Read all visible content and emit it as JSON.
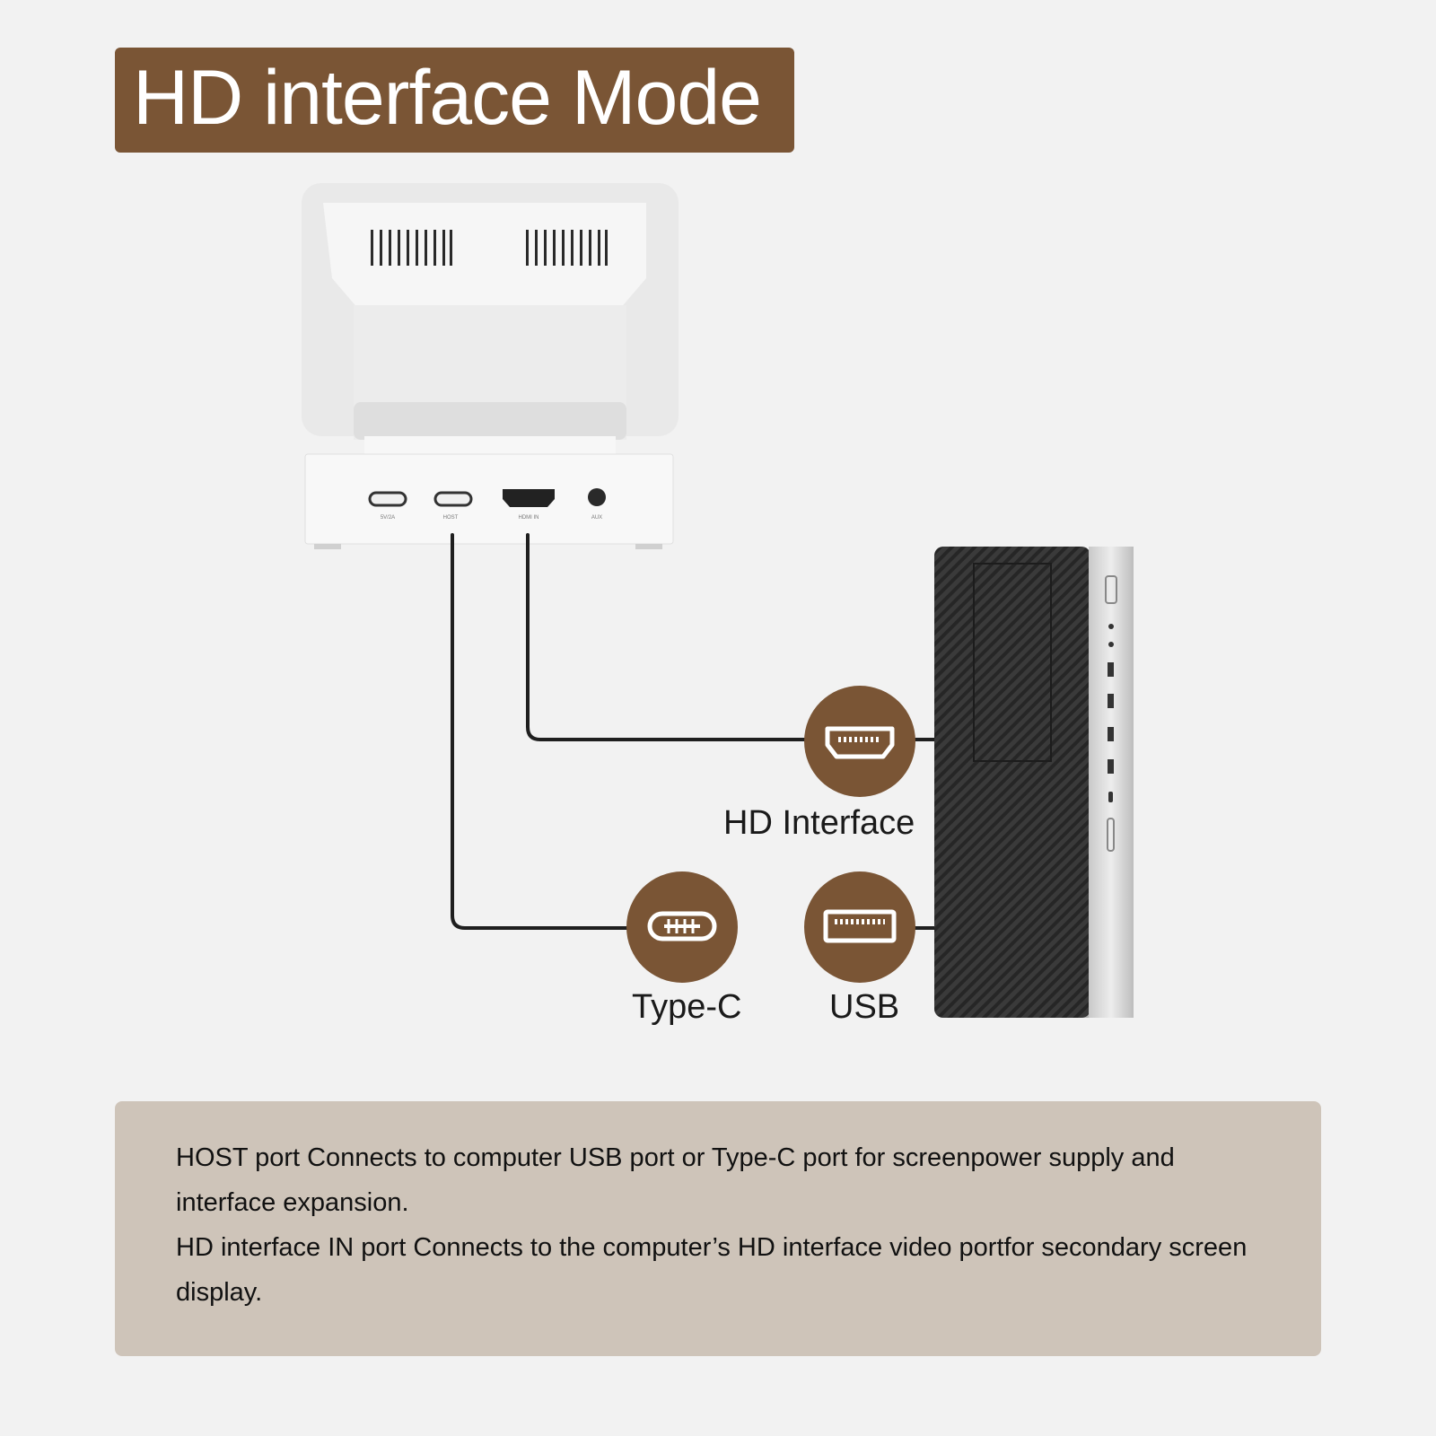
{
  "title": "HD interface Mode",
  "device_port_labels": [
    "5V/2A",
    "HOST",
    "HDMI IN",
    "AUX"
  ],
  "ports": {
    "hd_interface": "HD Interface",
    "type_c": "Type-C",
    "usb": "USB"
  },
  "description": {
    "line1": "HOST port Connects to computer USB port or Type-C port for screenpower supply and",
    "line2": "interface expansion.",
    "line3": "HD interface IN port Connects to the computer’s HD interface video portfor secondary screen",
    "line4": "display."
  },
  "colors": {
    "accent_brown": "#7a5535",
    "description_bg": "#cec4b9",
    "background": "#f2f2f2"
  }
}
